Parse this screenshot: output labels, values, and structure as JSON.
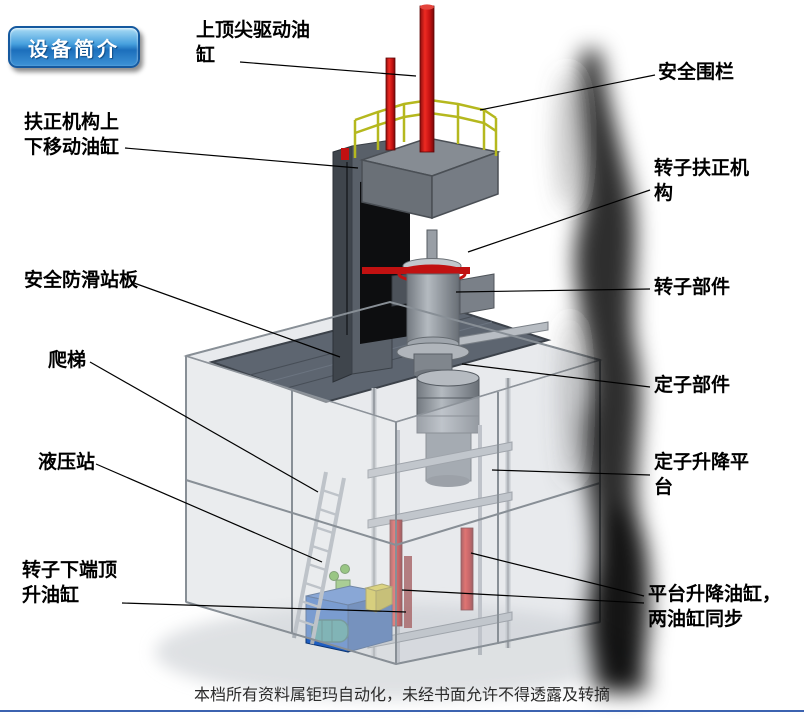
{
  "badge": {
    "label": "设备简介"
  },
  "labels": {
    "top_drive_cylinder": "上顶尖驱动油缸",
    "safety_fence": "安全围栏",
    "centering_updown_cylinder": "扶正机构上下移动油缸",
    "rotor_centering_mechanism": "转子扶正机构",
    "antislip_platform": "安全防滑站板",
    "rotor_part": "转子部件",
    "ladder": "爬梯",
    "stator_part": "定子部件",
    "hydraulic_station": "液压站",
    "stator_lift_platform": "定子升降平台",
    "rotor_bottom_jack_cylinder": "转子下端顶升油缸",
    "platform_lift_cylinders": "平台升降油缸，两油缸同步"
  },
  "footer": {
    "text": "本档所有资料属钜玛自动化，未经书面允许不得透露及转摘"
  },
  "colors": {
    "badge_blue": "#2f88d0",
    "cylinder_red": "#cc1111",
    "railing_yellow": "#b5b81e",
    "hydraulic_tank_blue": "#1f5ec2"
  }
}
